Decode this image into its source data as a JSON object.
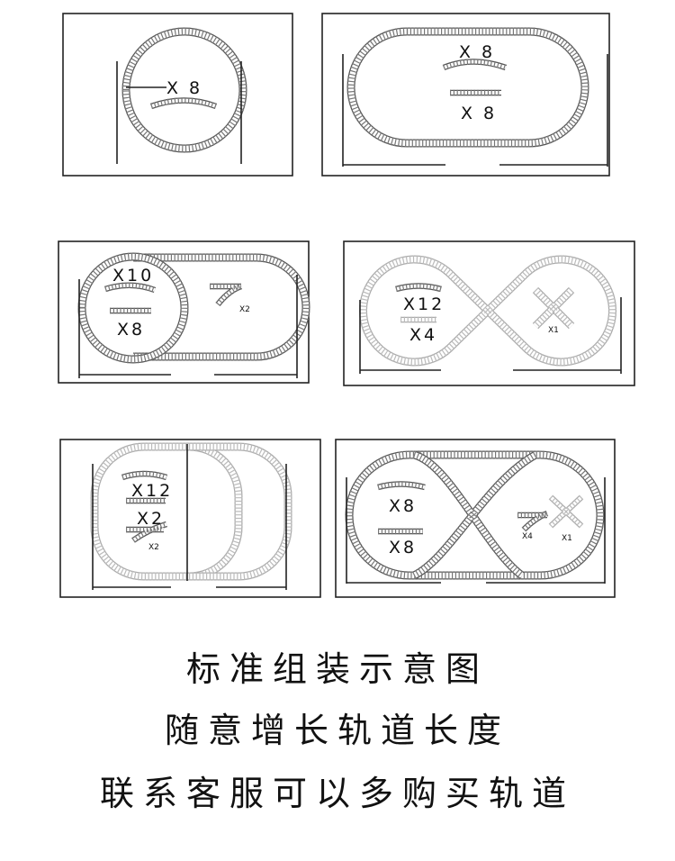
{
  "panels": [
    {
      "labels": [
        "X 8"
      ]
    },
    {
      "labels": [
        "X 8",
        "X 8"
      ]
    },
    {
      "labels": [
        "X10",
        "X8",
        "X2"
      ]
    },
    {
      "labels": [
        "X12",
        "X4",
        "X1"
      ]
    },
    {
      "labels": [
        "X12",
        "X2",
        "X2"
      ]
    },
    {
      "labels": [
        "X8",
        "X8",
        "X4",
        "X1"
      ]
    }
  ],
  "captions": [
    "标准组装示意图",
    "随意增长轨道长度",
    "联系客服可以多购买轨道"
  ]
}
